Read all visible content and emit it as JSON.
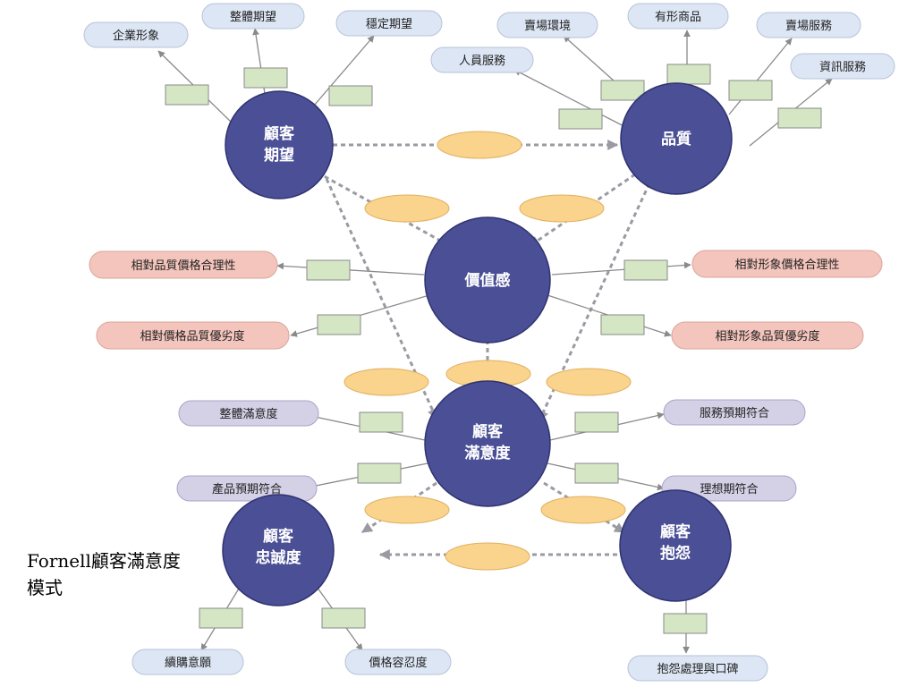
{
  "caption": "Fornell顧客滿意度模式",
  "colors": {
    "construct": "#4a4f96",
    "pill_blue": "#dde6f4",
    "pill_red": "#f4c5bc",
    "pill_purple": "#d4d0e6",
    "indicator": "#d4e6c4",
    "path_oval": "#fad38c"
  },
  "nodes": {
    "expectation": {
      "line1": "顧客",
      "line2": "期望"
    },
    "quality": {
      "label": "品質"
    },
    "value": {
      "label": "價值感"
    },
    "satisfaction": {
      "line1": "顧客",
      "line2": "滿意度"
    },
    "loyalty": {
      "line1": "顧客",
      "line2": "忠誠度"
    },
    "complaint": {
      "line1": "顧客",
      "line2": "抱怨"
    }
  },
  "pills": {
    "corporate_image": "企業形象",
    "overall_expectation": "整體期望",
    "stable_expectation": "穩定期望",
    "store_environment": "賣場環境",
    "tangible_products": "有形商品",
    "store_service": "賣場服務",
    "personnel_service": "人員服務",
    "information_service": "資訊服務",
    "rel_quality_price": "相對品質價格合理性",
    "rel_price_quality": "相對價格品質優劣度",
    "rel_image_price": "相對形象價格合理性",
    "rel_image_quality": "相對形象品質優劣度",
    "overall_satisfaction": "整體滿意度",
    "product_expectation_fit": "產品預期符合",
    "service_expectation_fit": "服務預期符合",
    "ideal_expectation_fit": "理想期符合",
    "repurchase_intention": "續購意願",
    "price_tolerance": "價格容忍度",
    "complaint_handling": "抱怨處理與口碑"
  }
}
